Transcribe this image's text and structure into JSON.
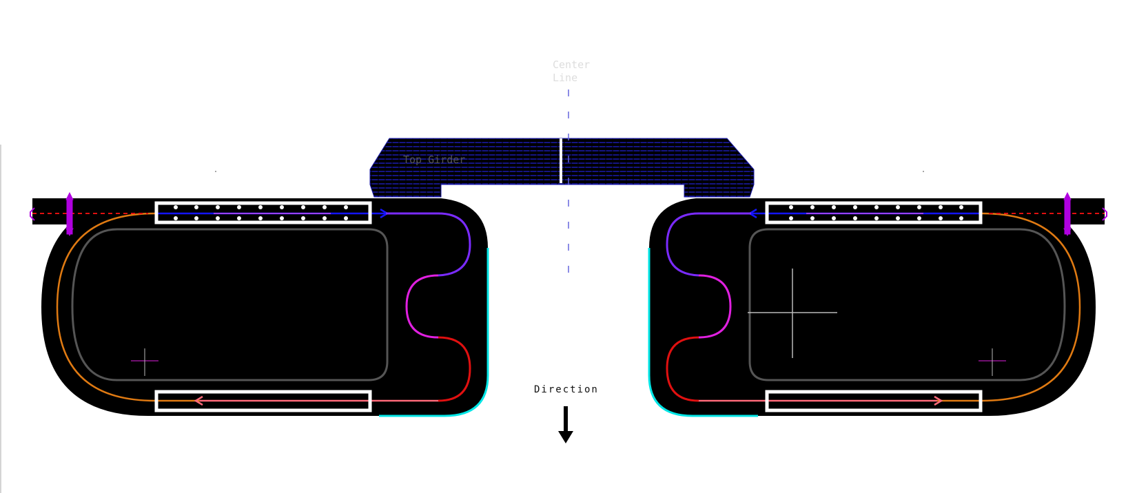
{
  "labels": {
    "top_girder": "Top Girder",
    "center_line": [
      "Center",
      "Line"
    ],
    "direction": "Direction"
  },
  "colors": {
    "background": "#ffffff",
    "body_fill": "#000000",
    "girder_hatch": "#1a1aa6",
    "center_line": "#6666dd",
    "outline_cyan": "#00e5e5",
    "track_orange": "#e07a12",
    "track_blue": "#1414ff",
    "track_purple": "#7a2bff",
    "track_magenta": "#e020e0",
    "track_red": "#e01010",
    "track_pink": "#ff6a7a",
    "inner_gray": "#555555",
    "marker_violet": "#b000e0",
    "axis_gray": "#bbbbbb"
  }
}
